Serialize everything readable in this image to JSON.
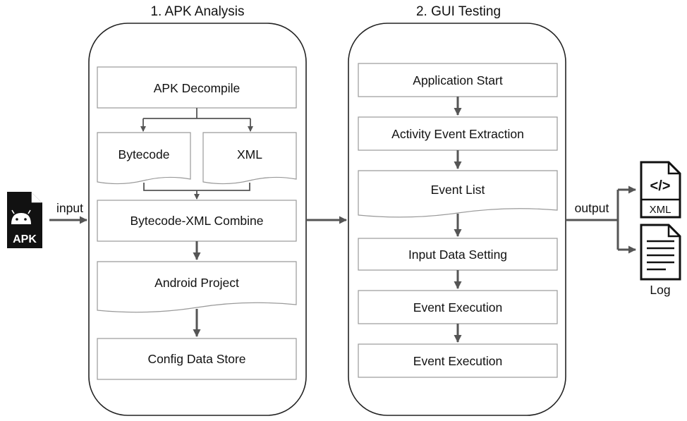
{
  "panels": {
    "apk_analysis": {
      "title": "1. APK Analysis",
      "steps": {
        "decompile": "APK Decompile",
        "bytecode": "Bytecode",
        "xml": "XML",
        "combine": "Bytecode-XML Combine",
        "project": "Android Project",
        "store": "Config Data Store"
      }
    },
    "gui_testing": {
      "title": "2. GUI Testing",
      "steps": {
        "start": "Application Start",
        "extraction": "Activity Event Extraction",
        "event_list": "Event List",
        "input_setting": "Input Data Setting",
        "execution_1": "Event Execution",
        "execution_2": "Event Execution"
      }
    }
  },
  "io": {
    "input_label": "input",
    "output_label": "output",
    "apk_icon_text": "APK",
    "xml_icon_text": "XML",
    "xml_icon_glyph": "</>",
    "log_label": "Log"
  },
  "colors": {
    "icon_fill": "#111111",
    "arrow": "#555555",
    "box_border": "#9a9a9a"
  }
}
